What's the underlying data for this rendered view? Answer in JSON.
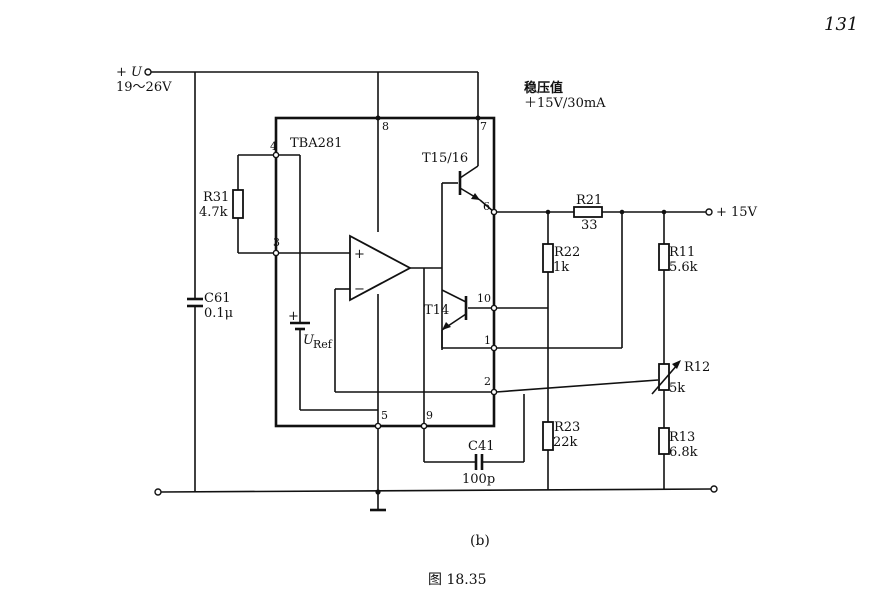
{
  "page_number": "131",
  "figure": {
    "sub_label": "(b)",
    "caption": "图 18.35"
  },
  "supply": {
    "label": "+ U",
    "range": "19～26V"
  },
  "ic": {
    "name": "TBA281"
  },
  "regulation": {
    "title": "稳压值",
    "value": "＋15V/30mA"
  },
  "output": {
    "label": "+ 15V"
  },
  "pins": [
    "8",
    "7",
    "4",
    "3",
    "6",
    "10",
    "1",
    "2",
    "5",
    "9"
  ],
  "components": {
    "R31": {
      "name": "R31",
      "value": "4.7k"
    },
    "C61": {
      "name": "C61",
      "value": "0.1μ"
    },
    "Uref": {
      "name": "U",
      "sub": "Ref"
    },
    "T1516": {
      "name": "T15/16"
    },
    "T14": {
      "name": "T14"
    },
    "R21": {
      "name": "R21",
      "value": "33"
    },
    "R22": {
      "name": "R22",
      "value": "1k"
    },
    "R23": {
      "name": "R23",
      "value": "22k"
    },
    "R11": {
      "name": "R11",
      "value": "5.6k"
    },
    "R12": {
      "name": "R12",
      "value": "5k"
    },
    "R13": {
      "name": "R13",
      "value": "6.8k"
    },
    "C41": {
      "name": "C41",
      "value": "100p"
    }
  },
  "opamp": {
    "plus": "+",
    "minus": "−"
  },
  "cell": {
    "plus": "+"
  }
}
